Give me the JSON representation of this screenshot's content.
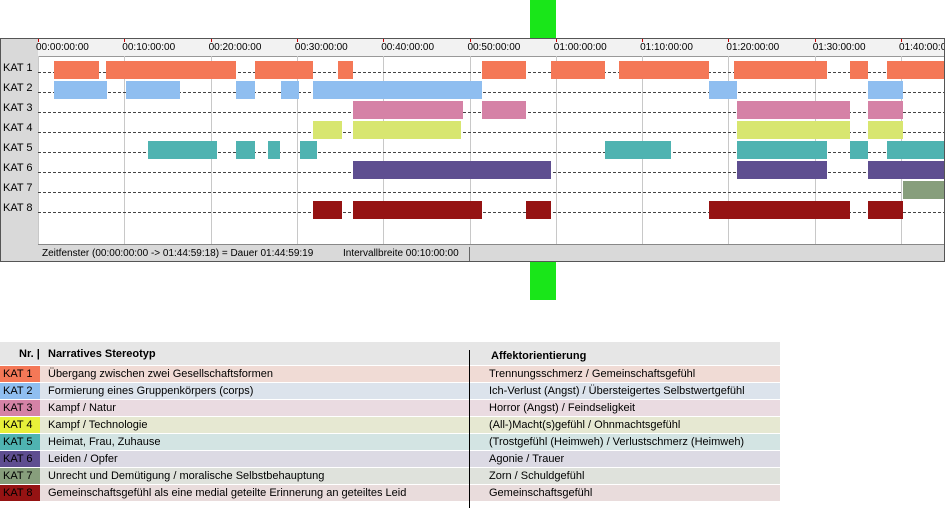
{
  "colors": {
    "kat1": "#f47857",
    "kat2": "#8fbef0",
    "kat3": "#d582a6",
    "kat4": "#d8e670",
    "kat5": "#4fb3b1",
    "kat6": "#5e4e90",
    "kat7": "#879e7c",
    "kat8": "#951313",
    "marker": "#19e619"
  },
  "timeline": {
    "ticks": [
      "00:00:00:00",
      "00:10:00:00",
      "00:20:00:00",
      "00:30:00:00",
      "00:40:00:00",
      "00:50:00:00",
      "01:00:00:00",
      "01:10:00:00",
      "01:20:00:00",
      "01:30:00:00",
      "01:40:00:00"
    ],
    "rows": [
      {
        "label": "KAT 1",
        "color": "#f47857",
        "intervals": [
          [
            1.9,
            7.1
          ],
          [
            7.9,
            23.0
          ],
          [
            25.2,
            31.9
          ],
          [
            34.8,
            36.5
          ],
          [
            51.4,
            56.6
          ],
          [
            59.4,
            65.7
          ],
          [
            67.3,
            77.8
          ],
          [
            80.6,
            91.4
          ],
          [
            94.1,
            96.2
          ],
          [
            98.4,
            104.99
          ]
        ]
      },
      {
        "label": "KAT 2",
        "color": "#8fbef0",
        "intervals": [
          [
            1.9,
            8.0
          ],
          [
            10.2,
            16.4
          ],
          [
            23.0,
            25.2
          ],
          [
            28.1,
            30.2
          ],
          [
            31.9,
            51.4
          ],
          [
            77.8,
            81.0
          ],
          [
            96.2,
            100.2
          ]
        ]
      },
      {
        "label": "KAT 3",
        "color": "#d582a6",
        "intervals": [
          [
            36.5,
            49.3
          ],
          [
            51.4,
            56.6
          ],
          [
            81.0,
            94.1
          ],
          [
            96.2,
            100.2
          ]
        ]
      },
      {
        "label": "KAT 4",
        "color": "#d8e670",
        "intervals": [
          [
            31.9,
            35.2
          ],
          [
            36.5,
            49.0
          ],
          [
            81.0,
            94.1
          ],
          [
            96.2,
            100.2
          ]
        ]
      },
      {
        "label": "KAT 5",
        "color": "#4fb3b1",
        "intervals": [
          [
            12.7,
            20.8
          ],
          [
            23.0,
            25.2
          ],
          [
            26.6,
            28.1
          ],
          [
            30.4,
            32.3
          ],
          [
            65.7,
            73.3
          ],
          [
            81.0,
            91.4
          ],
          [
            94.1,
            96.2
          ],
          [
            98.4,
            104.99
          ]
        ]
      },
      {
        "label": "KAT 6",
        "color": "#5e4e90",
        "intervals": [
          [
            36.5,
            59.4
          ],
          [
            81.0,
            91.4
          ],
          [
            96.2,
            104.99
          ]
        ]
      },
      {
        "label": "KAT 7",
        "color": "#879e7c",
        "intervals": [
          [
            100.2,
            104.99
          ]
        ]
      },
      {
        "label": "KAT 8",
        "color": "#951313",
        "intervals": [
          [
            31.9,
            35.2
          ],
          [
            36.5,
            51.4
          ],
          [
            56.6,
            59.4
          ],
          [
            77.8,
            94.1
          ],
          [
            96.2,
            100.2
          ]
        ]
      }
    ],
    "status_text": "Zeitfenster (00:00:00:00 -> 01:44:59:18) = Dauer 01:44:59:19",
    "interval_text": "Intervallbreite 00:10:00:00"
  },
  "legend": {
    "header_nr": "Nr. |",
    "header_stereotyp": "Narratives Stereotyp",
    "header_affekt": "Affektorientierung",
    "rows": [
      {
        "badge": "KAT 1",
        "stereotyp": "Übergang zwischen zwei Gesellschaftsformen",
        "affekt": "Trennungsschmerz / Gemeinschaftsgefühl",
        "color": "#f47857",
        "bg": "#f0dbd5"
      },
      {
        "badge": "KAT 2",
        "stereotyp": "Formierung eines Gruppenkörpers (corps)",
        "affekt": "Ich-Verlust (Angst) / Übersteigertes Selbstwertgefühl",
        "color": "#8fbef0",
        "bg": "#dce3ec"
      },
      {
        "badge": "KAT 3",
        "stereotyp": "Kampf / Natur",
        "affekt": "Horror (Angst) / Feindseligkeit",
        "color": "#d582a6",
        "bg": "#eadbe1"
      },
      {
        "badge": "KAT 4",
        "stereotyp": "Kampf / Technologie",
        "affekt": "(All-)Macht(s)gefühl / Ohnmachtsgefühl",
        "color": "#e8f03a",
        "bg": "#e6e8d2"
      },
      {
        "badge": "KAT 5",
        "stereotyp": "Heimat, Frau, Zuhause",
        "affekt": "(Trostgefühl (Heimweh) / Verlustschmerz (Heimweh)",
        "color": "#4fb3b1",
        "bg": "#d3e4e3"
      },
      {
        "badge": "KAT 6",
        "stereotyp": "Leiden / Opfer",
        "affekt": "Agonie / Trauer",
        "color": "#5e4e90",
        "bg": "#dcdae4"
      },
      {
        "badge": "KAT 7",
        "stereotyp": "Unrecht und Demütigung / moralische Selbstbehauptung",
        "affekt": "Zorn / Schuldgefühl",
        "color": "#879e7c",
        "bg": "#dfe2dc"
      },
      {
        "badge": "KAT 8",
        "stereotyp": "Gemeinschaftsgefühl als eine medial geteilte Erinnerung an geteiltes Leid",
        "affekt": "Gemeinschaftsgefühl",
        "color": "#951313",
        "bg": "#e9dcdc"
      }
    ]
  }
}
